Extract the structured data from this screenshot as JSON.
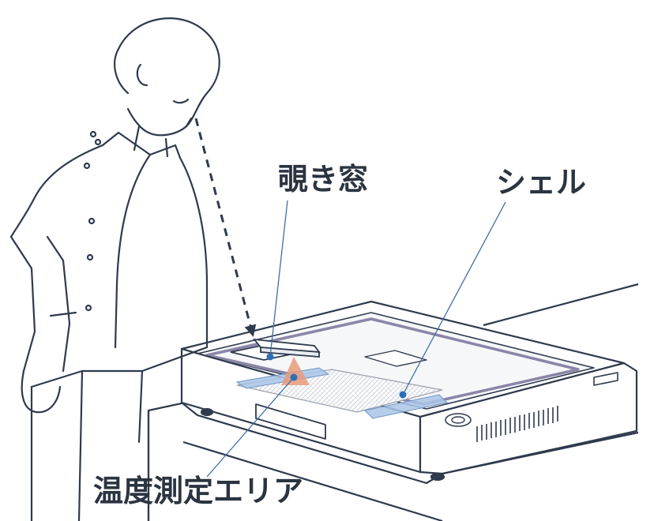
{
  "labels": {
    "viewing_window": "覗き窓",
    "shell": "シェル",
    "temperature_area": "温度測定エリア"
  },
  "colors": {
    "outline": "#2f3a4d",
    "callout_line": "#3f6fa8",
    "callout_dot": "#2f6fb5",
    "shell_fill": "#a9c6e8",
    "heat_fill": "#e99a7a",
    "text": "#2b3440"
  }
}
